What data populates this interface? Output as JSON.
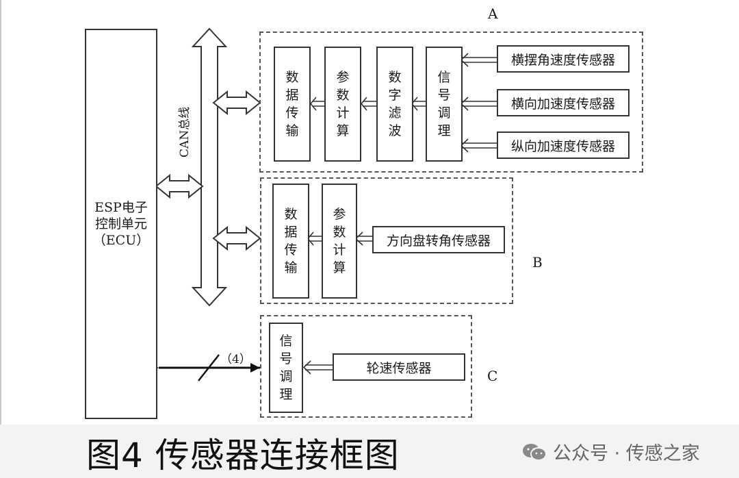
{
  "diagram": {
    "ecu_lines": [
      "ESP电子",
      "控制单元",
      "（ECU）"
    ],
    "can_bus_label": "CAN总线",
    "group_a": {
      "label": "A",
      "blocks": [
        "数据传输",
        "参数计算",
        "数字滤波",
        "信号调理"
      ],
      "sensors": [
        "横摆角速度传感器",
        "横向加速度传感器",
        "纵向加速度传感器"
      ]
    },
    "group_b": {
      "label": "B",
      "blocks": [
        "数据传输",
        "参数计算"
      ],
      "sensors": [
        "方向盘转角传感器"
      ]
    },
    "group_c": {
      "label": "C",
      "blocks": [
        "信号调理"
      ],
      "sensors": [
        "轮速传感器"
      ]
    },
    "wire_label": "（4）"
  },
  "caption": "图4 传感器连接框图",
  "watermark": "公众号 · 传感之家"
}
